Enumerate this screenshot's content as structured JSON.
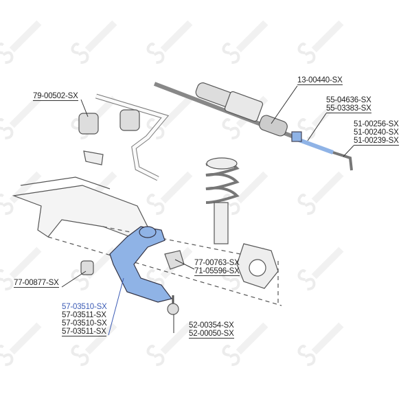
{
  "watermark": "STELLOX",
  "colors": {
    "part_blue": "#8fb3e6",
    "highlight_text": "#3b5bb5",
    "line": "#333333"
  },
  "labels": {
    "stabilizer_bushing": [
      "79-00502-SX"
    ],
    "steering_rack": [
      "13-00440-SX"
    ],
    "tie_rod": [
      "55-04636-SX",
      "55-03383-SX"
    ],
    "tie_rod_end": [
      "51-00256-SX",
      "51-00240-SX",
      "51-00239-SX"
    ],
    "arm_rear_bushing": [
      "77-00763-SX",
      "71-05596-SX"
    ],
    "arm_front_bushing": [
      "77-00877-SX"
    ],
    "control_arm": [
      "57-03510-SX",
      "57-03511-SX",
      "57-03510-SX",
      "57-03511-SX"
    ],
    "ball_joint": [
      "52-00354-SX",
      "52-00050-SX"
    ]
  }
}
